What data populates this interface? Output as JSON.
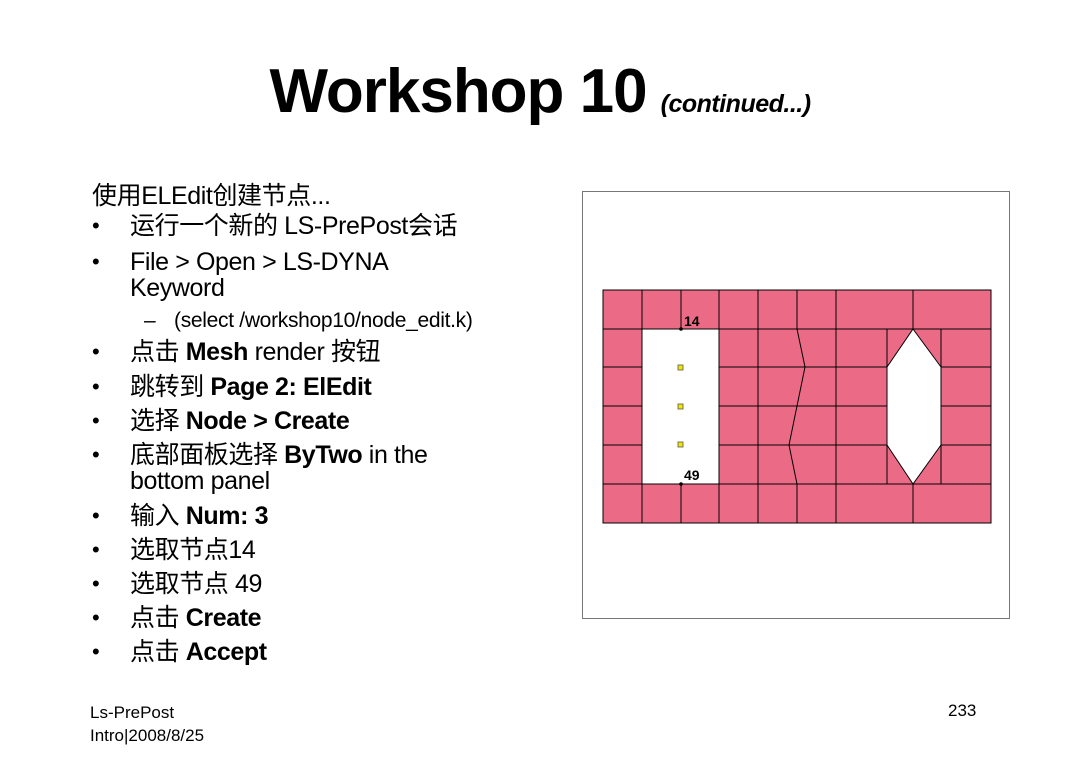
{
  "slide": {
    "title": "Workshop 10",
    "subtitle": "(continued...)",
    "intro": "使用ELEdit创建节点...",
    "bullets": [
      {
        "pre": "运行一个新的 LS‐PrePost会话",
        "bold": "",
        "post": ""
      },
      {
        "pre": "File > Open > LS‐DYNA",
        "bold": "",
        "post": "",
        "line2": "Keyword"
      },
      {
        "pre": "点击 ",
        "bold": "Mesh",
        "post": " render 按钮"
      },
      {
        "pre": "跳转到 ",
        "bold": "Page 2: ElEdit",
        "post": ""
      },
      {
        "pre": "选择 ",
        "bold": "Node > Create",
        "post": ""
      },
      {
        "pre": "底部面板选择 ",
        "bold": "ByTwo",
        "post": " in the",
        "line2": "bottom panel"
      },
      {
        "pre": "输入  ",
        "bold": "Num: 3",
        "post": ""
      },
      {
        "pre": "选取节点14",
        "bold": "",
        "post": ""
      },
      {
        "pre": "选取节点 49",
        "bold": "",
        "post": ""
      },
      {
        "pre": "点击 ",
        "bold": "Create",
        "post": ""
      },
      {
        "pre": "点击 ",
        "bold": "Accept",
        "post": ""
      }
    ],
    "sub_bullet": "(select /workshop10/node_edit.k)",
    "footer_left_1": "Ls-PrePost",
    "footer_left_2": "Intro|2008/8/25",
    "page_number": "233"
  },
  "viewport": {
    "node_label_top": "14",
    "node_label_bottom": "49",
    "mesh_color": "#eb6b86",
    "line_color": "#000000",
    "node_marker_color": "#f2e600",
    "new_node_count": 3
  }
}
